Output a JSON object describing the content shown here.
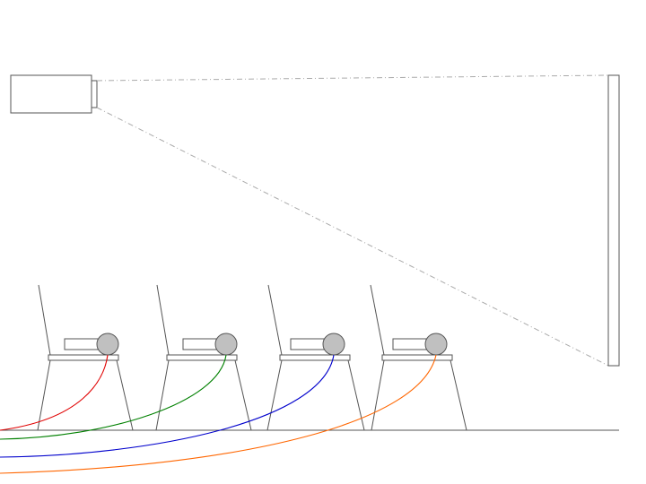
{
  "diagram": {
    "projector": {
      "icon": "projector-icon"
    },
    "screen": {
      "icon": "projection-screen-icon"
    },
    "projection_beam": {
      "style": "dash-dot"
    },
    "floor": {
      "icon": "floor-line"
    },
    "seats": [
      {
        "name": "seat-1",
        "cable_color": "#e00000"
      },
      {
        "name": "seat-2",
        "cable_color": "#008000"
      },
      {
        "name": "seat-3",
        "cable_color": "#0000cc"
      },
      {
        "name": "seat-4",
        "cable_color": "#ff6600"
      }
    ],
    "colors": {
      "outline": "#555555",
      "head_fill": "#c0c0c0",
      "beam": "#aaaaaa",
      "background": "#ffffff"
    }
  }
}
